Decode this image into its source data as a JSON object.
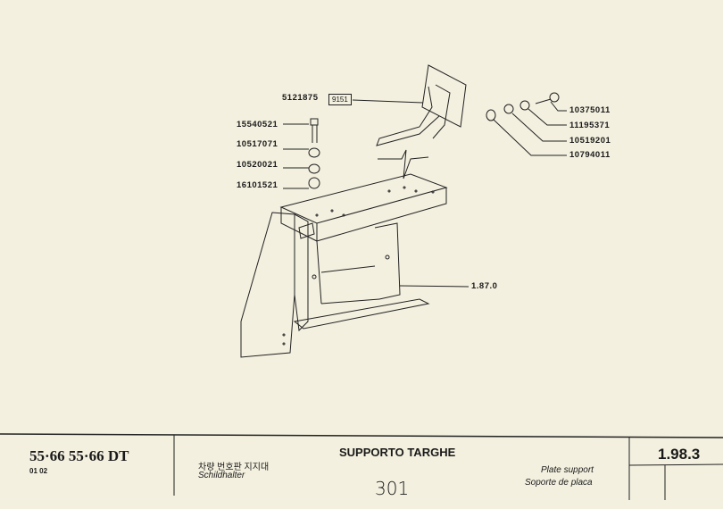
{
  "diagram": {
    "assembly_label": "5121875",
    "assembly_box": "9151",
    "left_parts": [
      "15540521",
      "10517071",
      "10520021",
      "16101521"
    ],
    "right_parts": [
      "10375011",
      "11195371",
      "10519201",
      "10794011"
    ],
    "reference": "1.87.0"
  },
  "footer": {
    "models": "55·66  55·66 DT",
    "sub_models": "01 02",
    "title_it": "SUPPORTO TARGHE",
    "title_ko": "차량 번호판 지지대",
    "title_de": "Schildhalter",
    "title_en": "Plate support",
    "title_es": "Soporte de placa",
    "page_handwritten": "301",
    "section_code": "1.98.3"
  }
}
